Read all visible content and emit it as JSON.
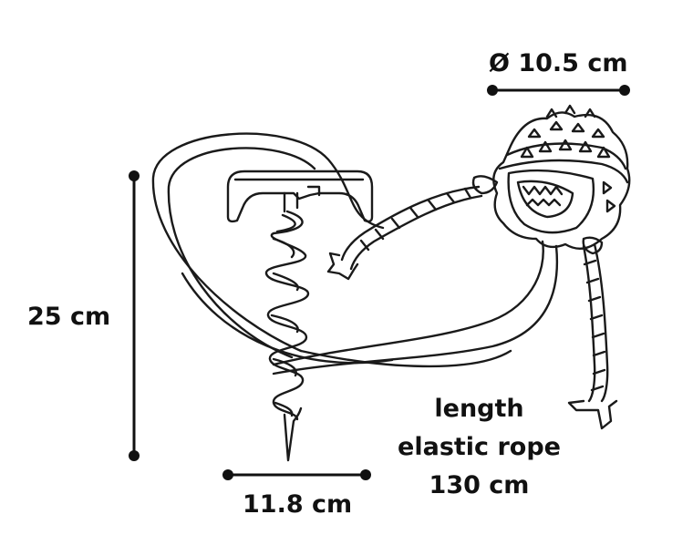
{
  "dimensions": {
    "height": "25 cm",
    "width": "11.8 cm",
    "diameter": "Ø 10.5 cm"
  },
  "rope": {
    "line1": "length",
    "line2": "elastic rope",
    "line3": "130 cm"
  },
  "colors": {
    "ink": "#111111",
    "background": "#ffffff"
  }
}
